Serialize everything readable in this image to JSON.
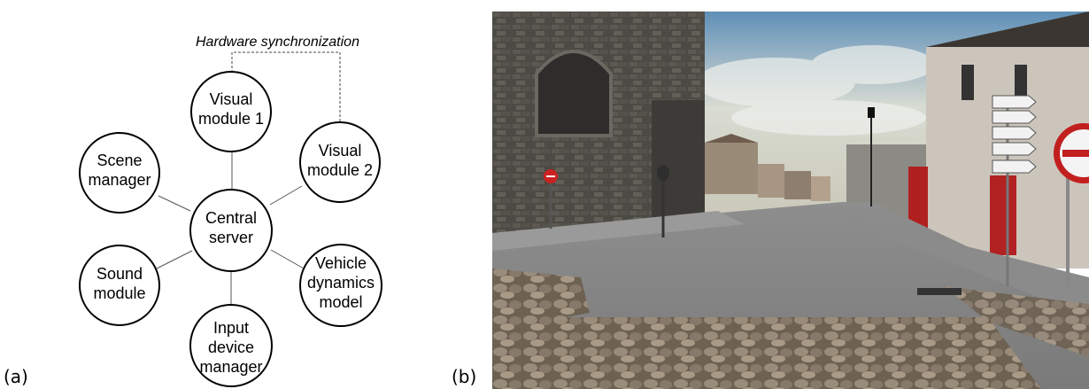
{
  "panels": {
    "a_label": "(a)",
    "b_label": "(b)"
  },
  "diagram": {
    "sync_label": "Hardware synchronization",
    "nodes": {
      "visual1": [
        "Visual",
        "module 1"
      ],
      "scene": [
        "Scene",
        "manager"
      ],
      "visual2": [
        "Visual",
        "module 2"
      ],
      "central": [
        "Central",
        "server"
      ],
      "sound": [
        "Sound",
        "module"
      ],
      "vehicle": [
        "Vehicle",
        "dynamics",
        "model"
      ],
      "input": [
        "Input",
        "device",
        "manager"
      ]
    }
  },
  "scene": {
    "description_icon": "street-scene-render"
  }
}
